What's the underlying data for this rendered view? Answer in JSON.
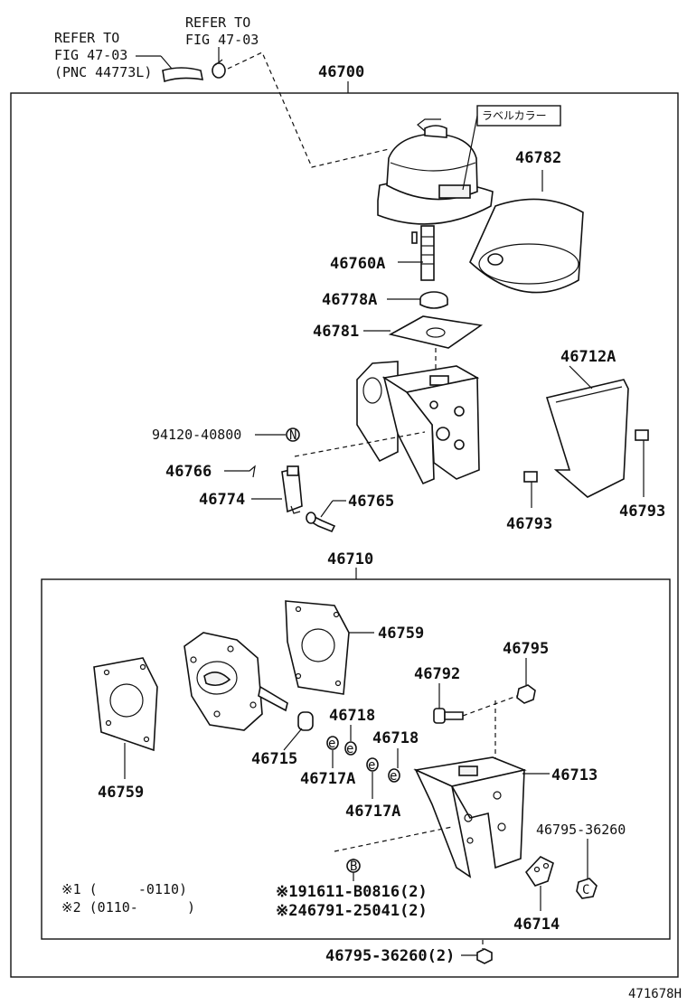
{
  "refs": {
    "ref1_line1": "REFER TO",
    "ref1_line2": "FIG 47-03",
    "ref1_line3": "(PNC 44773L)",
    "ref2_line1": "REFER TO",
    "ref2_line2": "FIG 47-03"
  },
  "labels": {
    "assy_46700": "46700",
    "label_color": "ラベルカラー",
    "p46782": "46782",
    "p46760A": "46760A",
    "p46778A": "46778A",
    "p46781": "46781",
    "p46712A": "46712A",
    "p94120": "94120-40800",
    "p46766": "46766",
    "p46774": "46774",
    "p46765": "46765",
    "p46793_left": "46793",
    "p46793_right": "46793",
    "assy_46710": "46710",
    "p46759_top": "46759",
    "p46759_left": "46759",
    "p46795": "46795",
    "p46792": "46792",
    "p46718_a": "46718",
    "p46718_b": "46718",
    "p46715": "46715",
    "p46717A_a": "46717A",
    "p46717A_b": "46717A",
    "p46713": "46713",
    "p46795_36260": "46795-36260",
    "p46714": "46714",
    "note1": "※1 (     -0110)",
    "note2": "※2 (0110-      )",
    "pnote1": "※191611-B0816(2)",
    "pnote2": "※246791-25041(2)",
    "p46795_36260_2": "46795-36260(2)",
    "fig_id": "471678H"
  },
  "markers": {
    "n": "N",
    "b": "B",
    "c": "C"
  }
}
